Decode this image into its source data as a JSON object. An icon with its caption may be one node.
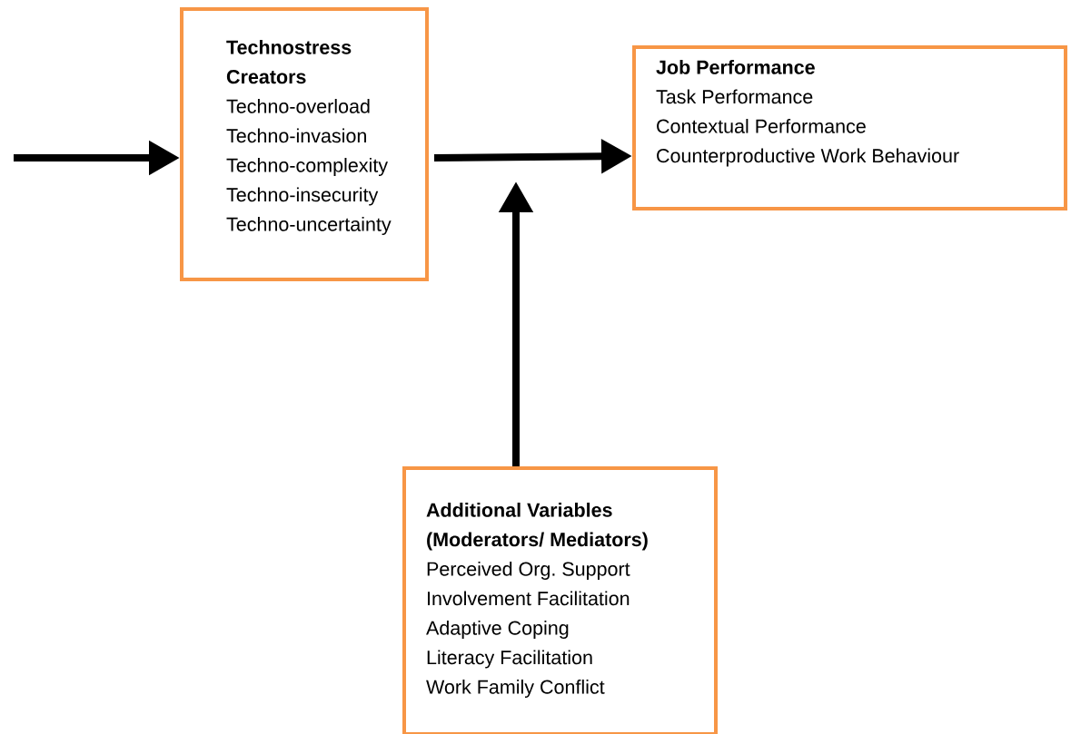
{
  "diagram": {
    "nodes": [
      {
        "text": [
          "Technostress Creators",
          "Techno-overload",
          "Techno-invasion",
          "Techno-complexity",
          "Techno-insecurity",
          "Techno-uncertainty"
        ]
      },
      {
        "text": [
          "Job Performance",
          "Task Performance",
          "Contextual Performance",
          "Counterproductive Work Behaviour"
        ]
      },
      {
        "text": [
          "Additional Variables (Moderators/ Mediators)",
          "Perceived Org. Support",
          "Involvement Facilitation",
          "Adaptive Coping",
          "Literacy Facilitation",
          "Work Family Conflict"
        ]
      }
    ],
    "edges": [
      {
        "from": null,
        "to": 0,
        "arrow": "to"
      },
      {
        "from": 0,
        "to": 1,
        "arrow": "to"
      },
      {
        "from": 2,
        "to": null,
        "arrow": "to"
      }
    ]
  }
}
